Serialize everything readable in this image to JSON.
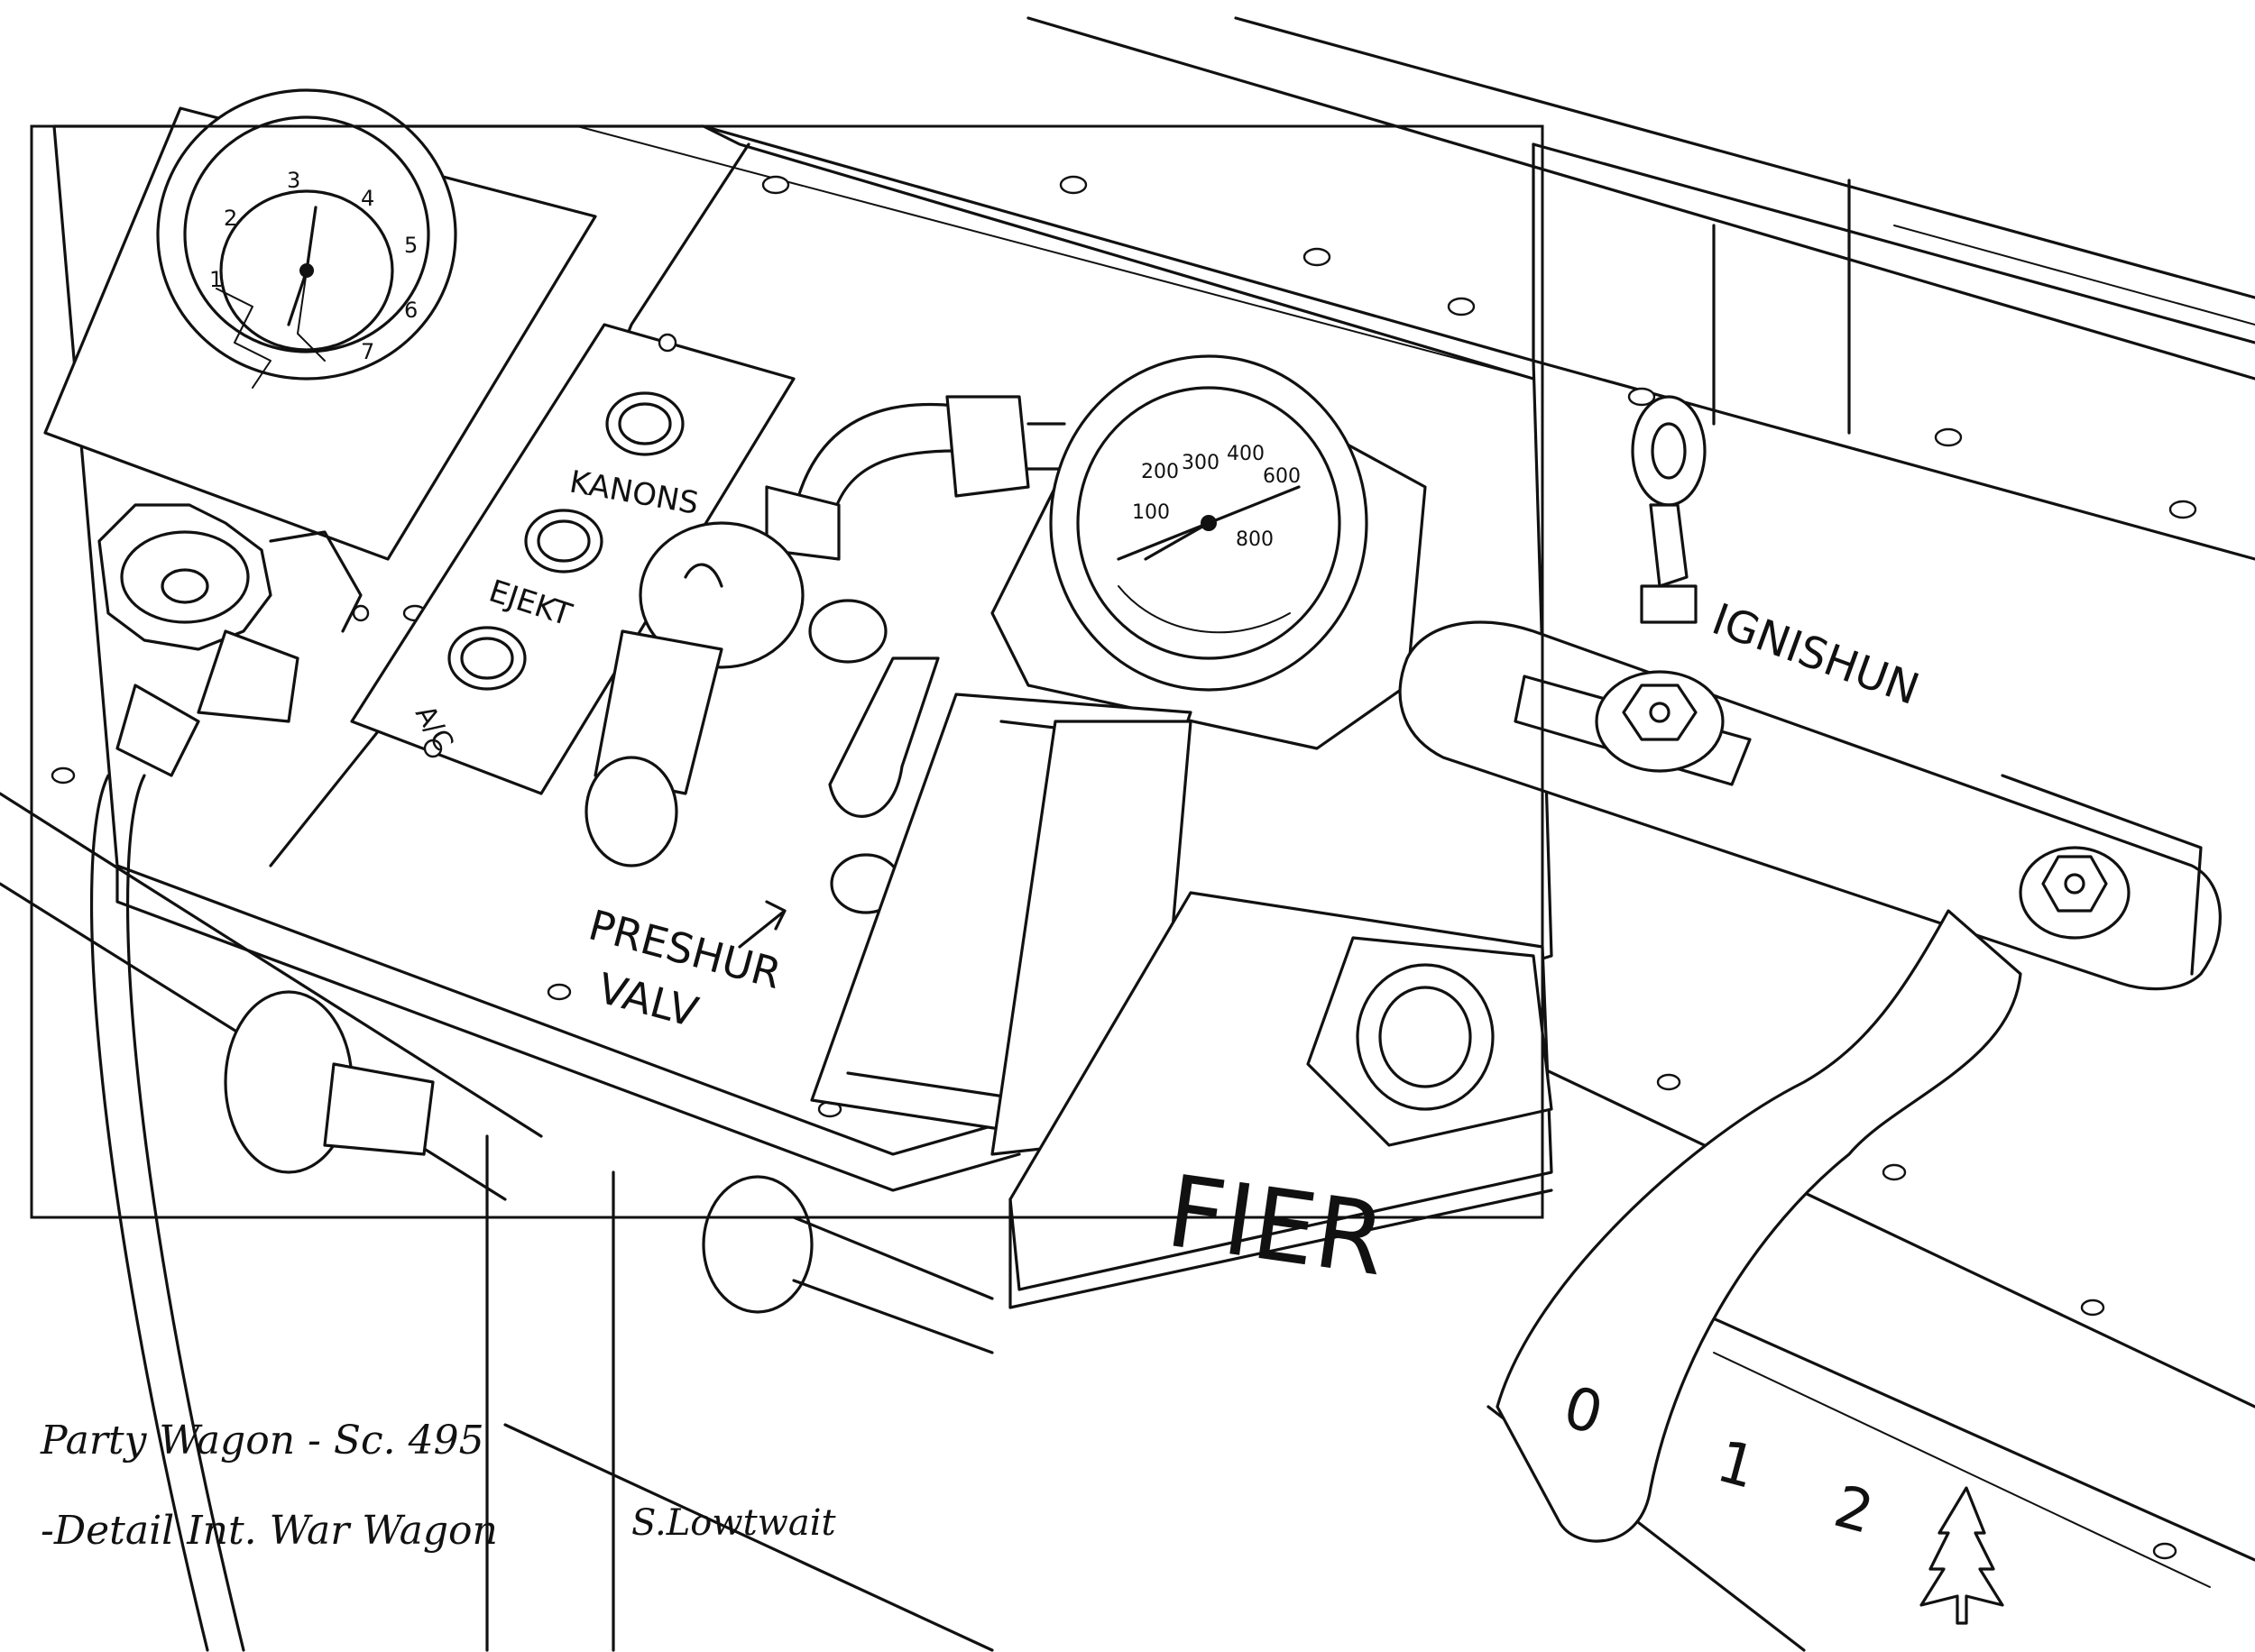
{
  "buttons": {
    "kanons": "KANONS",
    "ejekt": "EJEKT",
    "ac": "A/C"
  },
  "valve_label": {
    "line1": "PRESHUR",
    "line2": "VALV"
  },
  "ignition_label": "IGNISHUN",
  "fire_label": "FIER",
  "lever_positions": [
    "0",
    "1",
    "2"
  ],
  "clock_numbers": [
    "1",
    "2",
    "3",
    "4",
    "5",
    "6",
    "7"
  ],
  "pressure_gauge_ticks": [
    "100",
    "200",
    "300",
    "400",
    "600",
    "800"
  ],
  "caption": {
    "line1": "Party Wagon  - Sc. 495",
    "line2": "-Detail  Int. War Wagon",
    "signature": "S.Lowtwait"
  }
}
